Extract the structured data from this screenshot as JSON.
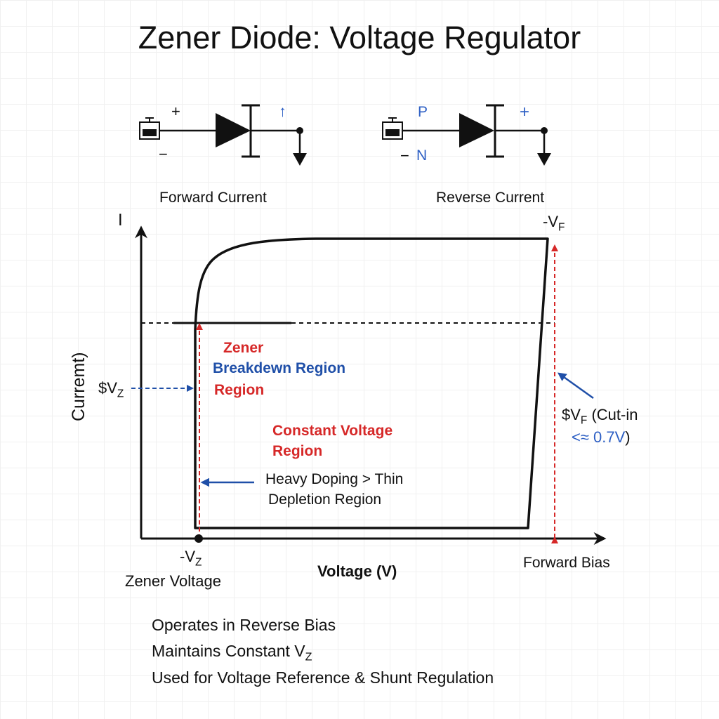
{
  "title": "Zener Diode: Voltage Regulator",
  "circuits": [
    {
      "id": "forward",
      "caption": "Forward Current",
      "source_plus": "+",
      "source_minus": "−",
      "output_mark": "↑",
      "output_mark_color": "#2d5fc4",
      "icons": [
        "battery-icon",
        "zener-diode-icon",
        "ground-icon"
      ]
    },
    {
      "id": "reverse",
      "caption": "Reverse Current",
      "source_plus": "P",
      "source_minus": "−",
      "source_minus_label": "N",
      "output_mark": "+",
      "output_mark_color": "#2d5fc4",
      "icons": [
        "battery-icon",
        "zener-diode-icon",
        "ground-icon"
      ]
    }
  ],
  "graph": {
    "y_axis_top_label": "I",
    "y_axis_label": "Curremt)",
    "x_axis_label": "Voltage (V)",
    "x_axis_right_label": "Forward Bias",
    "neg_vz_label": "-V",
    "neg_vz_sub": "Z",
    "zener_voltage_label": "Zener Voltage",
    "neg_vf_label": "-V",
    "neg_vf_sub": "F",
    "vz_pointer_label": "$V",
    "vz_pointer_sub": "Z",
    "vf_label_main": "$V",
    "vf_label_sub": "F",
    "vf_label_rest": " (Cut-in",
    "vf_label_line2_blue": "<≈ 0.7V",
    "vf_label_line2_close": ")",
    "region_zener": "Zener",
    "region_breakdown": "Breakdewn Region",
    "region_region": "Region",
    "region_constant_line1": "Constant Voltage",
    "region_constant_line2": "Region",
    "doping_line1": "Heavy Doping > Thin",
    "doping_line2": "Depletion Region",
    "colors": {
      "curve": "#111111",
      "red_annotation": "#d62828",
      "blue_annotation": "#1f4fa8"
    }
  },
  "notes": [
    {
      "text": "Operates in Reverse Bias"
    },
    {
      "text": "Maintains Constant V",
      "sub": "Z"
    },
    {
      "text": "Used for Voltage Reference & Shunt Regulation"
    }
  ]
}
